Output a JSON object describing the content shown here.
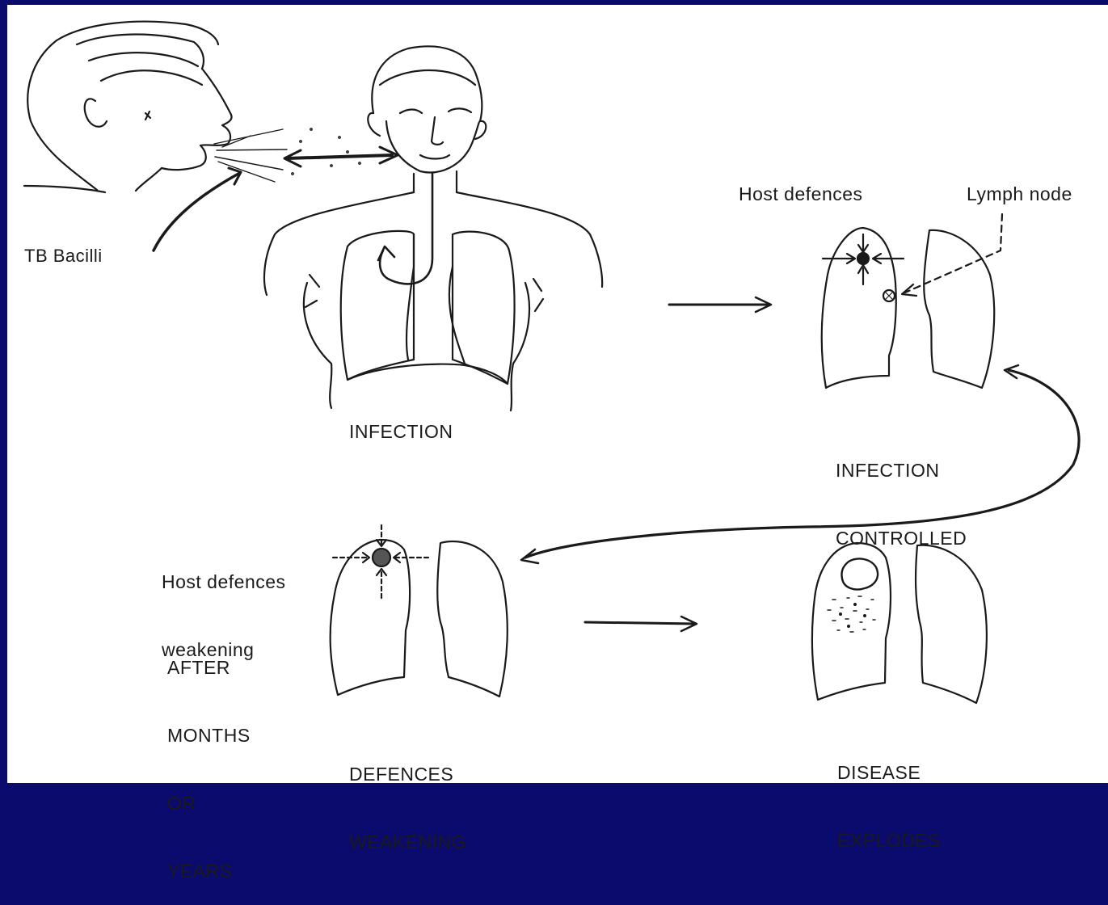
{
  "labels": {
    "tb_bacilli": "TB Bacilli",
    "infection": "INFECTION",
    "host_defences": "Host defences",
    "lymph_node": "Lymph node",
    "infection_controlled": [
      "INFECTION",
      "CONTROLLED"
    ],
    "host_defences_weakening": [
      "Host defences",
      "weakening"
    ],
    "after_months_or_years": [
      "AFTER",
      "MONTHS",
      "OR",
      "YEARS"
    ],
    "defences_weakening": [
      "DEFENCES",
      "WEAKENING"
    ],
    "disease_explodes": [
      "DISEASE",
      "EXPLODES"
    ]
  },
  "colors": {
    "frame": "#0b0b6e",
    "background": "#ffffff",
    "ink": "#1a1a1a"
  }
}
